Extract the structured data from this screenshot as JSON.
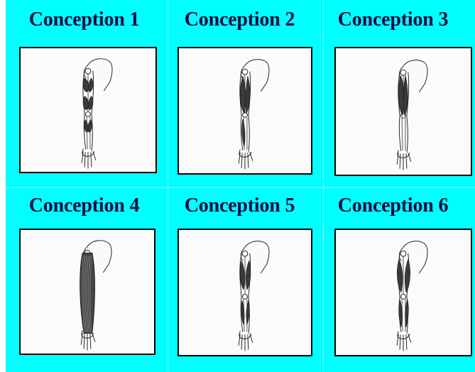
{
  "panels": [
    {
      "title": "Conception 1",
      "variant": "segments"
    },
    {
      "title": "Conception 2",
      "variant": "long-muscles"
    },
    {
      "title": "Conception 3",
      "variant": "bundle"
    },
    {
      "title": "Conception 4",
      "variant": "filled"
    },
    {
      "title": "Conception 5",
      "variant": "split"
    },
    {
      "title": "Conception 6",
      "variant": "split-alt"
    }
  ],
  "colors": {
    "background": "#00ffff",
    "title": "#0b0b40",
    "frame": "#000000",
    "paper": "#fbfbfb"
  }
}
